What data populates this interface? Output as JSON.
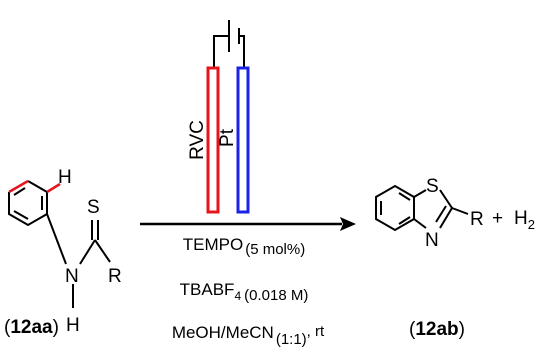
{
  "colors": {
    "bond": "#000000",
    "anode": "#e8141c",
    "cathode": "#1c22e8",
    "highlight_bond": "#e8141c"
  },
  "electrodes": {
    "anode_label": "RVC",
    "cathode_label": "Pt"
  },
  "reactant": {
    "atoms": {
      "h_top": "H",
      "sulfur": "S",
      "nitrogen": "N",
      "h_bottom": "H",
      "r_group": "R"
    },
    "label_open": "(",
    "label_code": "12aa",
    "label_close": ")"
  },
  "product": {
    "atoms": {
      "sulfur": "S",
      "nitrogen": "N",
      "r_group": "R"
    },
    "label_open": "(",
    "label_code": "12ab",
    "label_close": ")"
  },
  "byproduct": {
    "plus": "+",
    "h": "H",
    "sub": "2"
  },
  "conditions": {
    "line1_main": "TEMPO",
    "line1_small": "(5 mol%)",
    "line2_main": "TBABF",
    "line2_sub": "4",
    "line2_small": "(0.018 M)",
    "line3_main": "MeOH/MeCN",
    "line3_small": "(1:1)",
    "line3_tail": ", rt"
  }
}
